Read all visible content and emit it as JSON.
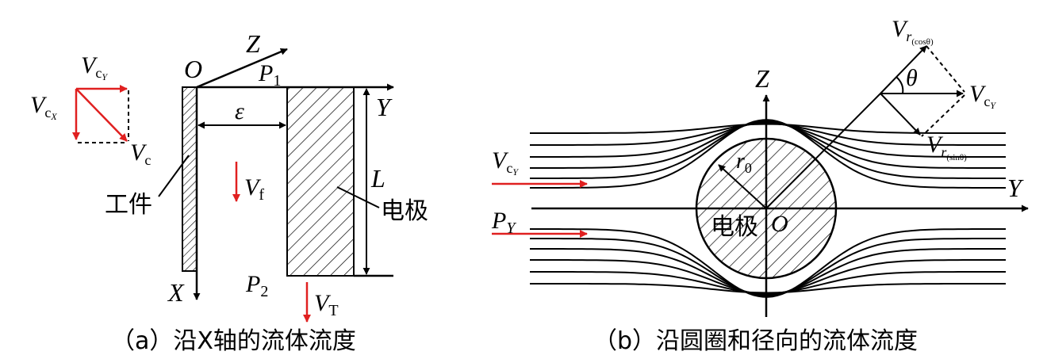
{
  "panel_a": {
    "caption": "（a）沿X轴的流体流度",
    "origin": "O",
    "axis_z": "Z",
    "axis_y": "Y",
    "axis_x": "X",
    "p1": "P",
    "p1_sub": "1",
    "p2": "P",
    "p2_sub": "2",
    "gap": "ε",
    "length": "L",
    "workpiece": "工件",
    "electrode": "电极",
    "vf": "V",
    "vf_sub": "f",
    "vt": "V",
    "vt_sub": "T",
    "vcy": "V",
    "vcy_sub": "c",
    "vcy_subsub": "Y",
    "vcx": "V",
    "vcx_sub": "c",
    "vcx_subsub": "X",
    "vc": "V",
    "vc_sub": "c"
  },
  "panel_b": {
    "caption": "（b）沿圆圈和径向的流体流度",
    "axis_z": "Z",
    "axis_y": "Y",
    "origin": "O",
    "radius": "r",
    "radius_sub": "0",
    "electrode": "电极",
    "vcy": "V",
    "vcy_sub": "c",
    "vcy_subsub": "Y",
    "py": "P",
    "py_sub": "Y",
    "vr_cos": "V",
    "vr_cos_sub": "r",
    "vr_cos_subsub": "(cosθ)",
    "vr_sin": "V",
    "vr_sin_sub": "r",
    "vr_sin_subsub": "(sinθ)",
    "theta": "θ",
    "vcy2": "V",
    "vcy2_sub": "c",
    "vcy2_subsub": "Y"
  },
  "colors": {
    "arrow_red": "#e02020",
    "ink": "#000000"
  }
}
